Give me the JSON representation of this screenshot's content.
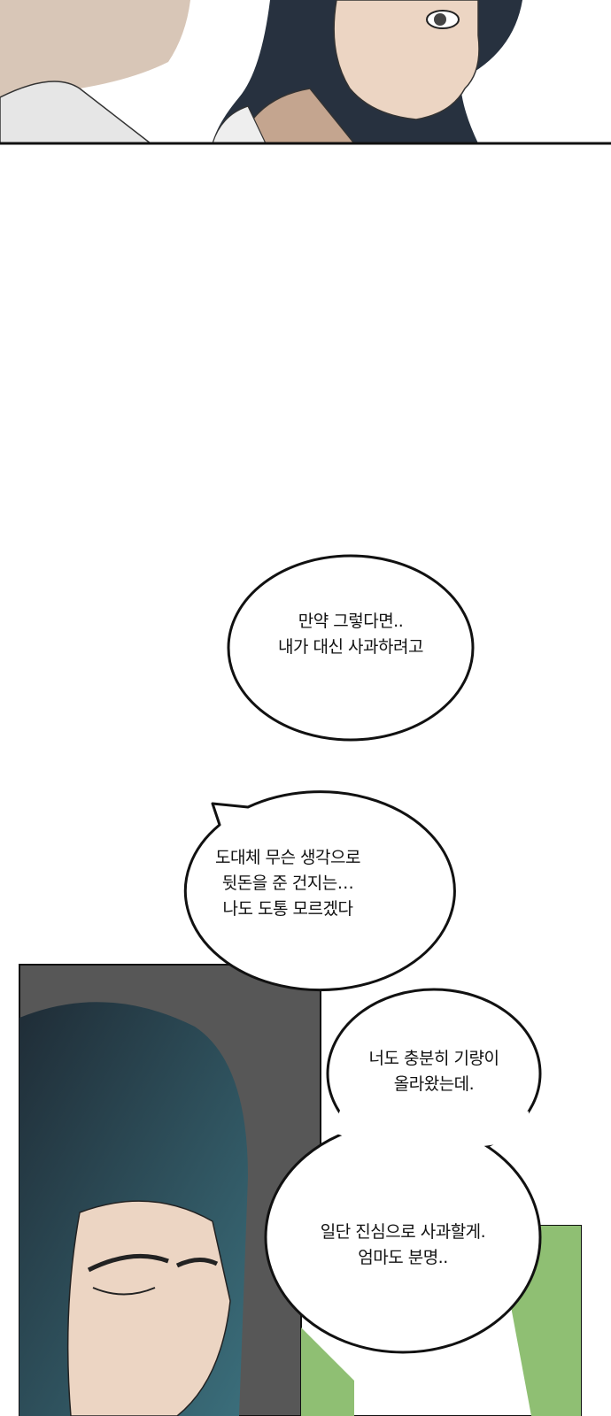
{
  "colors": {
    "skin": "#ecd5c3",
    "hair": "#27313f",
    "teal_hair": "#2f5a66",
    "panel_dark": "#575757",
    "green": "#8fbf73",
    "strap": "#c4a58f"
  },
  "bubbles": [
    {
      "lines": [
        "만약 그렇다면..",
        "내가 대신 사과하려고"
      ]
    },
    {
      "lines": [
        "도대체 무슨 생각으로",
        "뒷돈을 준 건지는…",
        "나도 도통 모르겠다"
      ]
    },
    {
      "lines": [
        "너도 충분히 기량이",
        "올라왔는데."
      ]
    },
    {
      "lines": [
        "일단 진심으로 사과할게.",
        "엄마도 분명.."
      ]
    }
  ]
}
